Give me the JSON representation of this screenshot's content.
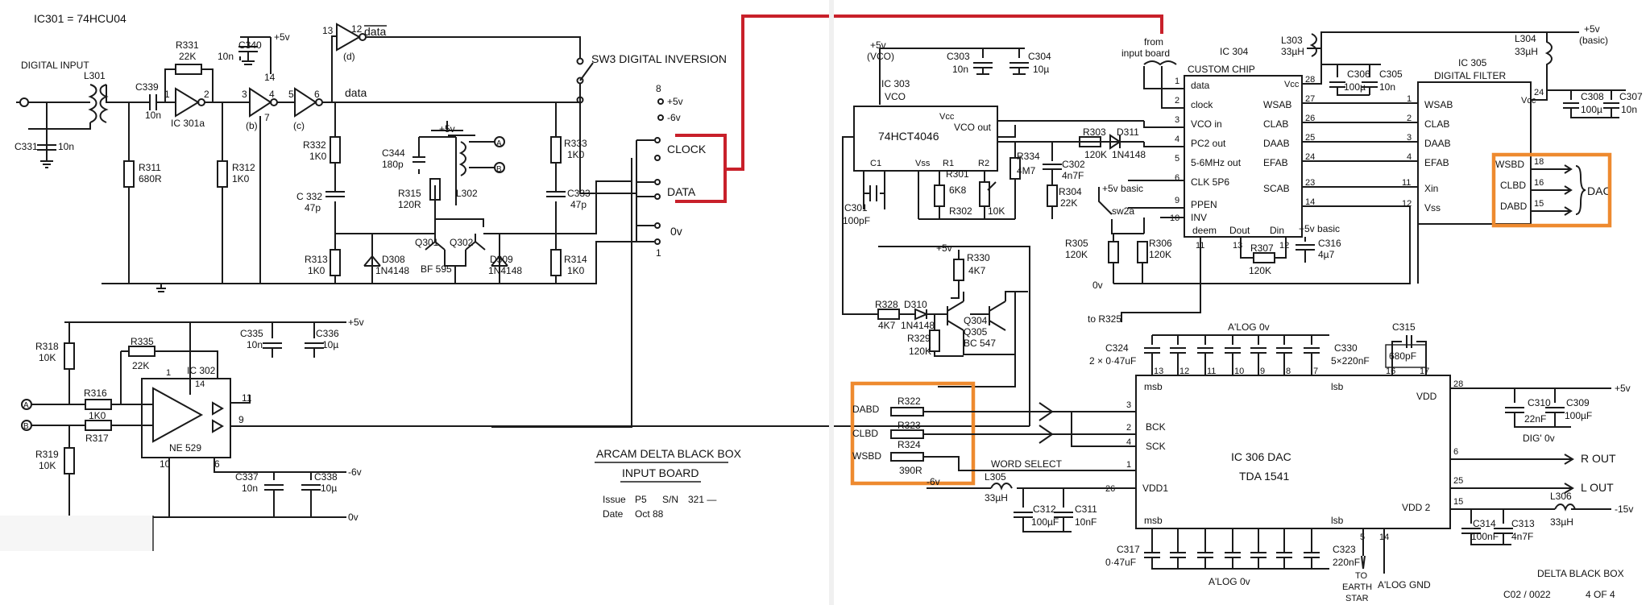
{
  "left": {
    "ic301_note": "IC301 = 74HCU04",
    "digital_input": "DIGITAL INPUT",
    "L301": "L301",
    "C331": "C331",
    "C331_v": "10n",
    "C339": "C339",
    "C339_v": "10n",
    "R331": "R331",
    "R331_v": "22K",
    "C340": "C340",
    "C340_v": "10n",
    "plus5v": "+5v",
    "ic301a": "IC 301a",
    "gate_b": "(b)",
    "gate_c": "(c)",
    "gate_d": "(d)",
    "pin1": "1",
    "pin2": "2",
    "pin3": "3",
    "pin4": "4",
    "pin5": "5",
    "pin6": "6",
    "pin7": "7",
    "pin12": "12",
    "pin13": "13",
    "pin14": "14",
    "data": "data",
    "data_bar": "data",
    "sw3": "SW3 DIGITAL INVERSION",
    "R311": "R311",
    "R311_v": "680R",
    "R312": "R312",
    "R312_v": "1K0",
    "R332": "R332",
    "R332_v": "1K0",
    "C332": "C 332",
    "C332_v": "47p",
    "R313": "R313",
    "R313_v": "1K0",
    "C344": "C344",
    "C344_v": "180p",
    "R315": "R315",
    "R315_v": "120R",
    "L302": "L302",
    "Q301": "Q301",
    "Q302": "Q302",
    "BF595": "BF 595",
    "D308": "D308",
    "D309": "D309",
    "IN4148": "1N4148",
    "R333": "R333",
    "R333_v": "1K0",
    "C333": "C333",
    "C333_v": "47p",
    "R314": "R314",
    "R314_v": "1K0",
    "conn_8": "8",
    "conn_p5": "+5v",
    "conn_m6": "-6v",
    "conn_clock": "CLOCK",
    "conn_data": "DATA",
    "conn_0v": "0v",
    "conn_1": "1",
    "R318": "R318",
    "R318_v": "10K",
    "R335": "R335",
    "R335_v": "22K",
    "R316": "R316",
    "R316_v": "1K0",
    "R317": "R317",
    "R319": "R319",
    "R319_v": "10K",
    "ic302": "IC 302",
    "ne529": "NE 529",
    "C335": "C335",
    "C335_v": "10n",
    "C336": "C336",
    "C336_v": "10µ",
    "C337": "C337",
    "C337_v": "10n",
    "C338": "C338",
    "C338_v": "10µ",
    "m6v": "-6v",
    "zero_v": "0v",
    "A": "A",
    "B": "B",
    "p10": "10",
    "p6": "6",
    "p9": "9",
    "p11": "11",
    "tb_title": "ARCAM DELTA BLACK BOX",
    "tb_sub": "INPUT BOARD",
    "tb_issue_lbl": "Issue",
    "tb_issue": "P5",
    "tb_sn_lbl": "S/N",
    "tb_sn": "321 —",
    "tb_date_lbl": "Date",
    "tb_date": "Oct 88"
  },
  "right": {
    "vco_rail": "+5v",
    "vco_rail2": "(VCO)",
    "C303": "C303",
    "C303_v": "10n",
    "C304": "C304",
    "C304_v": "10µ",
    "from": "from",
    "input_board": "input board",
    "ic304": "IC 304",
    "custom_chip": "CUSTOM CHIP",
    "L303": "L303",
    "L303_v": "33µH",
    "C306": "C306",
    "C306_v": "100µ",
    "C305": "C305",
    "C305_v": "10n",
    "L304": "L304",
    "L304_v": "33µH",
    "p5basic": "+5v",
    "basic": "(basic)",
    "ic305": "IC 305",
    "digital_filter": "DIGITAL FILTER",
    "C308": "C308",
    "C308_v": "100µ",
    "C307": "C307",
    "C307_v": "10n",
    "ic303": "IC 303",
    "vco": "VCO",
    "chip303": "74HCT4046",
    "vcc": "Vcc",
    "vcoout": "VCO out",
    "vss": "Vss",
    "c1": "C1",
    "r1": "R1",
    "r2": "R2",
    "R334": "R334",
    "R334_v": "4M7",
    "C302": "C302",
    "C302_v": "4n7F",
    "R303": "R303",
    "R303_v": "120K",
    "D311": "D311",
    "D311_v": "1N4148",
    "R304": "R304",
    "R304_v": "22K",
    "R301": "R301",
    "R301_v": "6K8",
    "R302": "R302",
    "R302_v": "10K",
    "C301": "C301",
    "C301_v": "100pF",
    "pins_304_l": [
      "data",
      "clock",
      "VCO in",
      "PC2 out",
      "5-6MHz out",
      "CLK 5P6",
      "PPEN",
      "INV"
    ],
    "pins_304_ln": [
      "1",
      "2",
      "3",
      "4",
      "5",
      "6",
      "9",
      "10"
    ],
    "pins_304_r": [
      "WSAB",
      "CLAB",
      "DAAB",
      "EFAB",
      "SCAB"
    ],
    "pins_304_rn": [
      "27",
      "26",
      "25",
      "24",
      "23"
    ],
    "p28": "28",
    "p14": "14",
    "deem": "deem",
    "dout": "Dout",
    "din": "Din",
    "p11b": "11",
    "p13": "13",
    "p12": "12",
    "sw_basic": "+5v basic",
    "sw2a": "sw2a",
    "R305": "R305",
    "R305_v": "120K",
    "R306": "R306",
    "R306_v": "120K",
    "R307": "R307",
    "R307_v": "120K",
    "C316": "C316",
    "C316_v": "4µ7",
    "p5basic2": "+5v basic",
    "zero_v": "0v",
    "pins_305_l": [
      "WSAB",
      "CLAB",
      "DAAB",
      "EFAB",
      "Xin",
      "Vss"
    ],
    "pins_305_ln": [
      "1",
      "2",
      "3",
      "4",
      "11",
      "12"
    ],
    "vcc305": "Vcc",
    "p24": "24",
    "pins_305_r": [
      "WSBD",
      "CLBD",
      "DABD"
    ],
    "pins_305_rn": [
      "18",
      "16",
      "15"
    ],
    "dac": "DAC",
    "R330": "R330",
    "R330_v": "4K7",
    "p5": "+5v",
    "R328": "R328",
    "R328_v": "4K7",
    "D310": "D310",
    "D310_v": "1N4148",
    "Q304": "Q304",
    "Q305": "Q305",
    "BC547": "BC 547",
    "R329": "R329",
    "R329_v": "120K",
    "toR325": "to R325",
    "alog0v": "A'LOG 0v",
    "C324": "C324",
    "C324_v": "2 × 0·47uF",
    "C330": "C330",
    "C330_v": "5×220nF",
    "C315": "C315",
    "C315_v": "680pF",
    "top_pins": [
      "13",
      "12",
      "11",
      "10",
      "9",
      "8",
      "7",
      "16",
      "17"
    ],
    "msb": "msb",
    "lsb": "lsb",
    "dabd": "DABD",
    "clbd": "CLBD",
    "wsbd": "WSBD",
    "R322": "R322",
    "R323": "R323",
    "R324": "R324",
    "R324_v": "390R",
    "p3": "3",
    "p2": "2",
    "p4": "4",
    "p1": "1",
    "bck": "BCK",
    "sck": "SCK",
    "word_select": "WORD SELECT",
    "ic306": "IC 306  DAC",
    "tda": "TDA 1541",
    "vdd": "VDD",
    "p28b": "28",
    "C310": "C310",
    "C310_v": "22nF",
    "C309": "C309",
    "C309_v": "100µF",
    "dig0v": "DIG' 0v",
    "p6": "6",
    "rout": "R  OUT",
    "p25": "25",
    "lout": "L  OUT",
    "m6v": "-6v",
    "L305": "L305",
    "L305_v": "33µH",
    "p26": "26",
    "vdd1": "VDD1",
    "C312": "C312",
    "C312_v": "100µF",
    "C311": "C311",
    "C311_v": "10nF",
    "vdd2": "VDD 2",
    "p15": "15",
    "L306": "L306",
    "L306_v": "33µH",
    "m15v": "-15v",
    "C314": "C314",
    "C314_v": "100nF",
    "C313": "C313",
    "C313_v": "4n7F",
    "C317": "C317",
    "C317_v": "0·47uF",
    "C323": "C323",
    "C323_v": "220nF",
    "p5b": "5",
    "p14b": "14",
    "to_earth": "TO",
    "earth": "EARTH",
    "star": "STAR",
    "alog_gnd": "A'LOG GND",
    "alog0v_b": "A'LOG  0v",
    "delta": "DELTA BLACK BOX",
    "drawing_no": "C02 / 0022",
    "sheet": "4 OF 4",
    "p5v_out": "+5v"
  }
}
